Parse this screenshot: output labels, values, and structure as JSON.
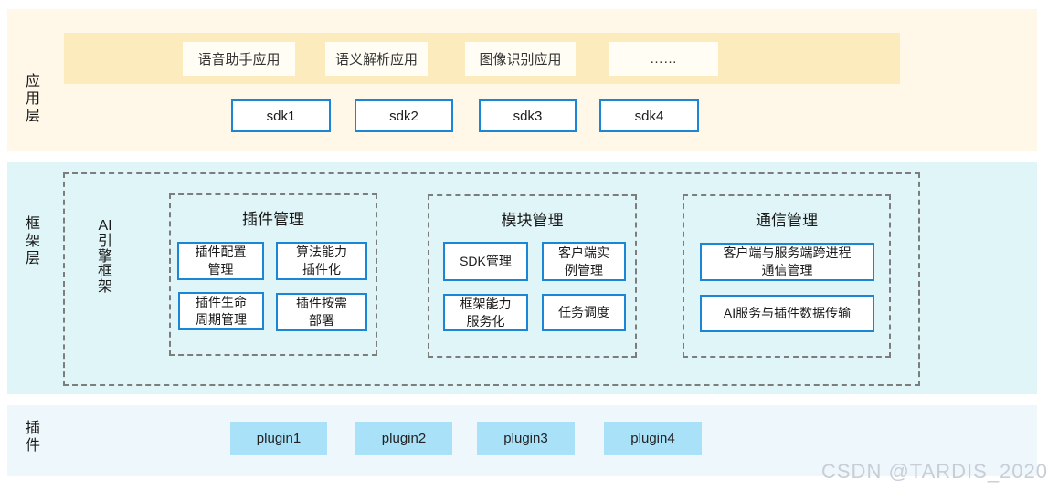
{
  "colors": {
    "app_layer_bg": "#FFF8E8",
    "app_band_bg": "#FBEBBD",
    "app_box_bg": "#FFFDF4",
    "framework_layer_bg": "#E0F5F8",
    "plugin_layer_bg": "#EEF7FC",
    "plugin_box_bg": "#A9E1F8",
    "box_border_blue": "#1C86D6",
    "dashed_border_gray": "#7D7D7D",
    "watermark_gray": "#C8CDD6"
  },
  "layers": {
    "app": {
      "label": "应用层",
      "apps": [
        "语音助手应用",
        "语义解析应用",
        "图像识别应用",
        "……"
      ],
      "sdks": [
        "sdk1",
        "sdk2",
        "sdk3",
        "sdk4"
      ]
    },
    "framework": {
      "label": "框架层",
      "engine": "AI引擎框架",
      "groups": [
        {
          "title": "插件管理",
          "items": [
            "插件配置\n管理",
            "算法能力\n插件化",
            "插件生命\n周期管理",
            "插件按需\n部署"
          ]
        },
        {
          "title": "模块管理",
          "items": [
            "SDK管理",
            "客户端实\n例管理",
            "框架能力\n服务化",
            "任务调度"
          ]
        },
        {
          "title": "通信管理",
          "items": [
            "客户端与服务端跨进程\n通信管理",
            "AI服务与插件数据传输"
          ]
        }
      ]
    },
    "plugin": {
      "label": "插件",
      "plugins": [
        "plugin1",
        "plugin2",
        "plugin3",
        "plugin4"
      ]
    }
  },
  "watermark": "CSDN @TARDIS_2020"
}
